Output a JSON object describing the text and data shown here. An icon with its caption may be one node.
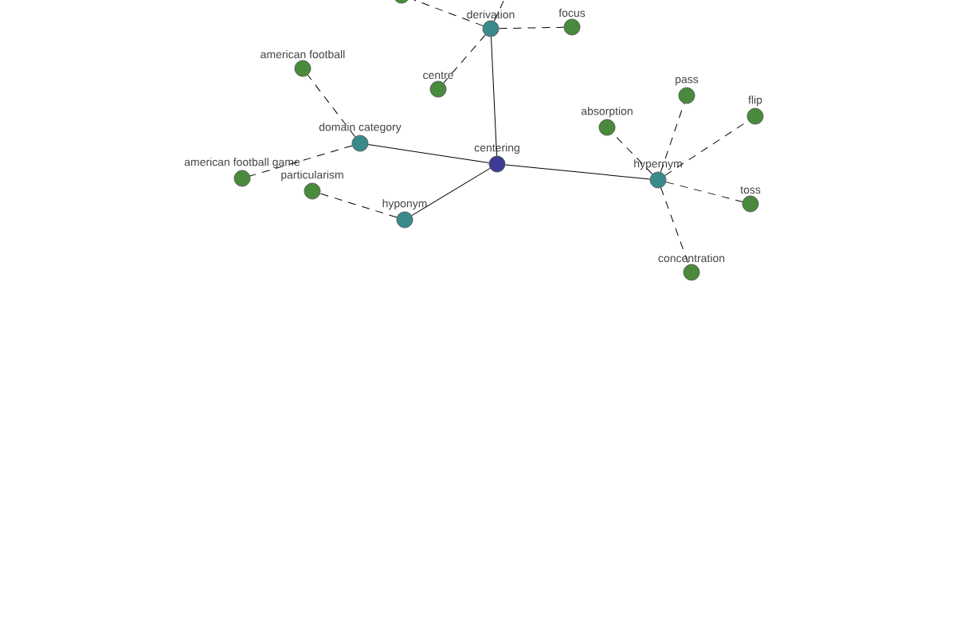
{
  "diagram": {
    "nodes": [
      {
        "text": [
          "centering"
        ]
      },
      {
        "text": [
          "derivation"
        ]
      },
      {
        "text": [
          "focus"
        ]
      },
      {
        "text": [
          "centre"
        ]
      },
      {
        "text": [
          "american football"
        ]
      },
      {
        "text": [
          "domain category"
        ]
      },
      {
        "text": [
          "american football game"
        ]
      },
      {
        "text": [
          "particularism"
        ]
      },
      {
        "text": [
          "hyponym"
        ]
      },
      {
        "text": [
          "hypernym"
        ]
      },
      {
        "text": [
          "absorption"
        ]
      },
      {
        "text": [
          "pass"
        ]
      },
      {
        "text": [
          "flip"
        ]
      },
      {
        "text": [
          "toss"
        ]
      },
      {
        "text": [
          "concentration"
        ]
      },
      {
        "text": [],
        "shape": "circle"
      }
    ],
    "edges": [
      {
        "from": 0,
        "to": 1,
        "arrow": "none"
      },
      {
        "from": 0,
        "to": 5,
        "arrow": "none"
      },
      {
        "from": 0,
        "to": 8,
        "arrow": "none"
      },
      {
        "from": 0,
        "to": 9,
        "arrow": "none"
      },
      {
        "from": 1,
        "to": 2,
        "arrow": "none",
        "style": "dashed"
      },
      {
        "from": 1,
        "to": 3,
        "arrow": "none",
        "style": "dashed"
      },
      {
        "from": 1,
        "to": 15,
        "arrow": "none",
        "style": "dashed"
      },
      {
        "from": 1,
        "to": null,
        "arrow": "none",
        "style": "dashed"
      },
      {
        "from": 5,
        "to": 4,
        "arrow": "none",
        "style": "dashed"
      },
      {
        "from": 5,
        "to": 6,
        "arrow": "none",
        "style": "dashed"
      },
      {
        "from": 8,
        "to": 7,
        "arrow": "none",
        "style": "dashed"
      },
      {
        "from": 9,
        "to": 10,
        "arrow": "none",
        "style": "dashed"
      },
      {
        "from": 9,
        "to": 11,
        "arrow": "none",
        "style": "dashed"
      },
      {
        "from": 9,
        "to": 12,
        "arrow": "none",
        "style": "dashed"
      },
      {
        "from": 9,
        "to": 13,
        "arrow": "none",
        "style": "dashed"
      },
      {
        "from": 9,
        "to": 14,
        "arrow": "none",
        "style": "dashed"
      }
    ]
  }
}
